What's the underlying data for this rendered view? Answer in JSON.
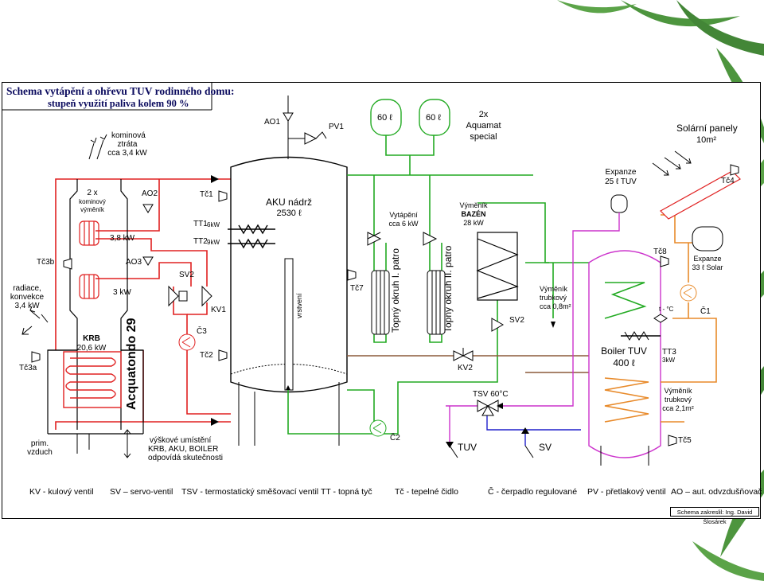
{
  "title": "Schema vytápění a ohřevu TUV rodinného domu:",
  "subtitle": "stupeň využití paliva kolem 90 %",
  "colors": {
    "circuit_red": "#e02020",
    "circuit_green": "#22aa22",
    "circuit_orange": "#e88a2a",
    "circuit_magenta": "#cc33cc",
    "circuit_brown": "#8b5a3a",
    "circuit_blue": "#2020cc",
    "leaf_green": "#3a8a2a"
  },
  "labels": {
    "kominova": "kominová",
    "ztrata": "ztráta",
    "ztrata_val": "cca 3,4 kW",
    "ao1": "AO1",
    "pv1": "PV1",
    "exp60a": "60 ℓ",
    "exp60b": "60 ℓ",
    "aquamat1": "2x",
    "aquamat2": "Aquamat",
    "aquamat3": "special",
    "solar1": "Solární panely",
    "solar2": "10m²",
    "expanze_tuv1": "Expanze",
    "expanze_tuv2": "25 ℓ TUV",
    "tc4": "Tč4",
    "kom_vym1": "2 x",
    "kom_vym2": "kominový",
    "kom_vym3": "výměník",
    "ao2": "AO2",
    "tc1": "Tč1",
    "aku1": "AKU nádrž",
    "aku2": "2530 ℓ",
    "vytapeni1": "Vytápění",
    "vytapeni2": "cca 6 kW",
    "vymenik_bazen1": "Výměník",
    "vymenik_bazen2": "BAZÉN",
    "vymenik_bazen3": "28 kW",
    "tt1": "TT1",
    "tt1_kw": "6kW",
    "tt2": "TT2",
    "tt2_kw": "9kW",
    "kw38": "3,8 kW",
    "tc3b": "Tč3b",
    "ao3": "AO3",
    "sv2_left": "SV2",
    "tc8": "Tč8",
    "expanze_solar1": "Expanze",
    "expanze_solar2": "33 ℓ Solar",
    "radiace1": "radiace,",
    "radiace2": "konvekce",
    "radiace3": "3,4 kW",
    "kw3": "3 kW",
    "kv1": "KV1",
    "vrstveni": "vrstvení",
    "tc7": "Tč7",
    "topny1": "Topný okruh I. patro",
    "topny2": "Topný okruh II. patro",
    "vym_trub1": "Výměník",
    "vym_trub2": "trubkový",
    "vym_trub3": "cca 0,8m²",
    "sv2_right": "SV2",
    "t_c": "t - °C",
    "c1": "Č1",
    "c3": "Č3",
    "krb1": "KRB",
    "krb2": "20,6 kW",
    "tc2": "Tč2",
    "boiler1": "Boiler TUV",
    "boiler2": "400 ℓ",
    "tt3": "TT3",
    "tt3_kw": "3kW",
    "tc3a": "Tč3a",
    "acquatondo": "Acquatondo 29",
    "kv2": "KV2",
    "tsv": "TSV 60°C",
    "vym_trub_b1": "Výměník",
    "vym_trub_b2": "trubkový",
    "vym_trub_b3": "cca 2,1m²",
    "prim1": "prim.",
    "prim2": "vzduch",
    "vyskove1": "výškové umístění",
    "vyskove2": "KRB, AKU, BOILER",
    "vyskove3": "odpovídá skutečnosti",
    "c2": "Č2",
    "tuv": "TUV",
    "sv": "SV",
    "tc5": "Tč5"
  },
  "legend": [
    "KV - kulový ventil",
    "SV – servo-ventil",
    "TSV - termostatický směšovací ventil",
    "TT - topná tyč",
    "Tč - tepelné čidlo",
    "Č - čerpadlo regulované",
    "PV - přetlakový ventil",
    "AO – aut. odvzdušňovač"
  ],
  "credit": "Schema zakreslil: Ing. David Šlosárek"
}
